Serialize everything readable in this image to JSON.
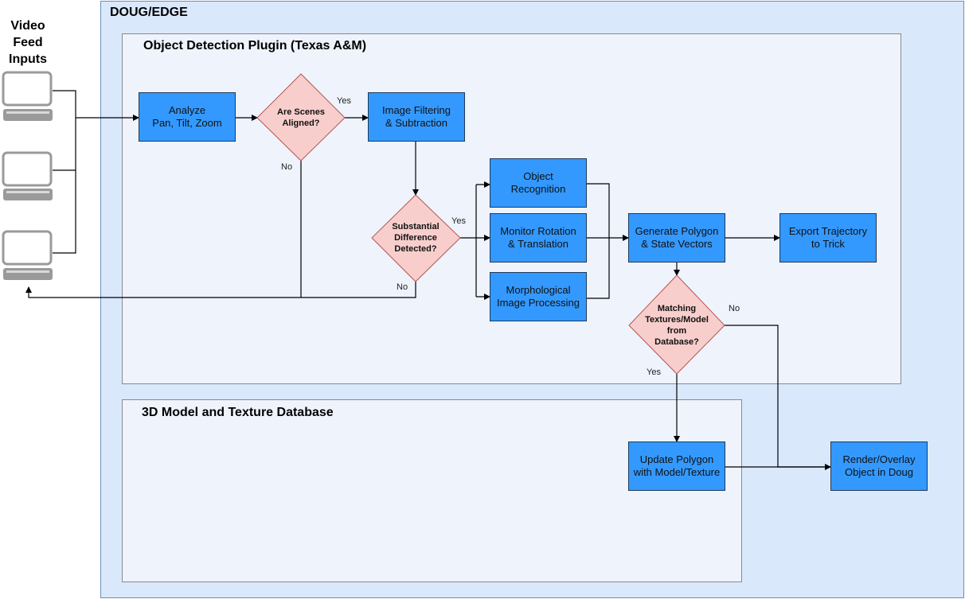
{
  "containers": {
    "doug_edge": "DOUG/EDGE",
    "object_detection": "Object Detection Plugin (Texas A&M)",
    "database": "3D Model and Texture Database"
  },
  "video_inputs": {
    "title_lines": [
      "Video",
      "Feed",
      "Inputs"
    ],
    "monitors": [
      "monitor-icon",
      "monitor-icon",
      "monitor-icon"
    ]
  },
  "nodes": {
    "analyze": "Analyze\nPan, Tilt, Zoom",
    "aligned": "Are Scenes\nAligned?",
    "filtering": "Image Filtering\n& Subtraction",
    "difference": "Substantial\nDifference\nDetected?",
    "recognition": "Object\nRecognition",
    "rotation": "Monitor Rotation\n& Translation",
    "morphological": "Morphological\nImage Processing",
    "polygon": "Generate Polygon\n& State Vectors",
    "export": "Export Trajectory\nto Trick",
    "matching": "Matching\nTextures/Model\nfrom\nDatabase?",
    "update": "Update Polygon\nwith Model/Texture",
    "render": "Render/Overlay\nObject in Doug"
  },
  "edge_labels": {
    "aligned_yes": "Yes",
    "aligned_no": "No",
    "difference_yes": "Yes",
    "difference_no": "No",
    "matching_no": "No",
    "matching_yes": "Yes"
  },
  "colors": {
    "process_fill": "#3399ff",
    "decision_fill": "#f8cecc",
    "decision_stroke": "#b85450",
    "outer_fill": "#dae8fc",
    "inner_fill": "#eef3fc"
  }
}
